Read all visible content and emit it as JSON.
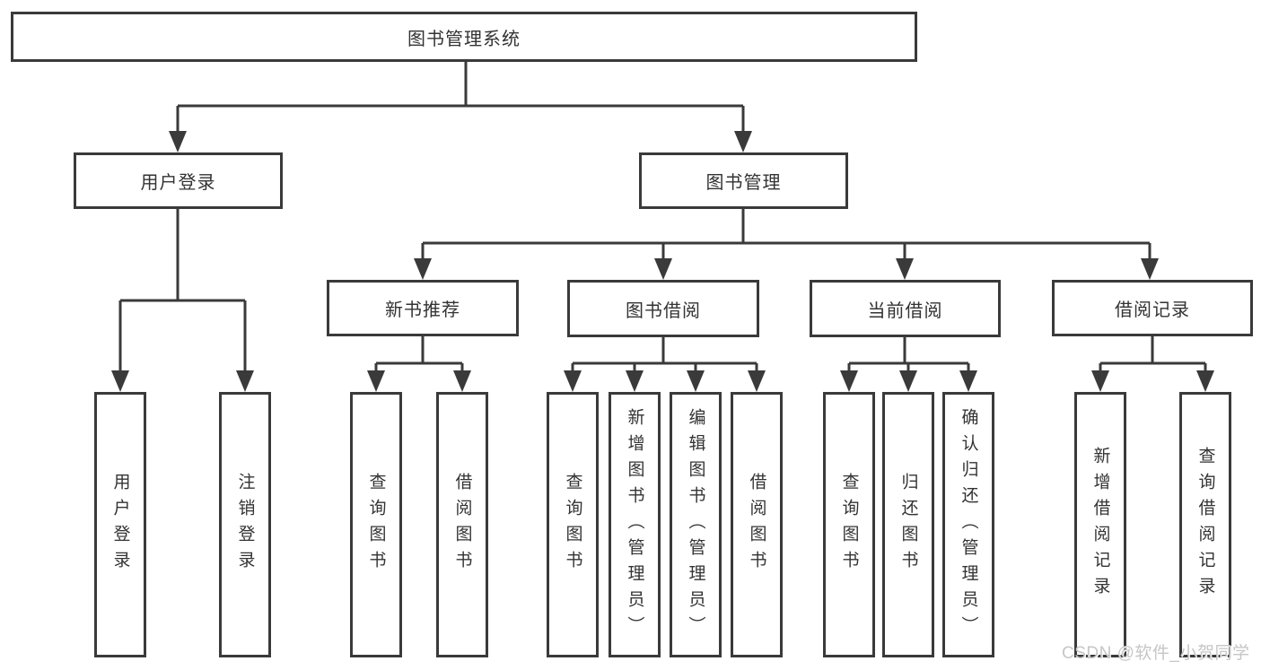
{
  "tree": {
    "root": {
      "label": "图书管理系统",
      "children": [
        {
          "label": "用户登录",
          "children": [
            {
              "label": "用户登录"
            },
            {
              "label": "注销登录"
            }
          ]
        },
        {
          "label": "图书管理",
          "children": [
            {
              "label": "新书推荐",
              "children": [
                {
                  "label": "查询图书"
                },
                {
                  "label": "借阅图书"
                }
              ]
            },
            {
              "label": "图书借阅",
              "children": [
                {
                  "label": "查询图书"
                },
                {
                  "label": "新增图书（管理员）"
                },
                {
                  "label": "编辑图书（管理员）"
                },
                {
                  "label": "借阅图书"
                }
              ]
            },
            {
              "label": "当前借阅",
              "children": [
                {
                  "label": "查询图书"
                },
                {
                  "label": "归还图书"
                },
                {
                  "label": "确认归还（管理员）"
                }
              ]
            },
            {
              "label": "借阅记录",
              "children": [
                {
                  "label": "新增借阅记录"
                },
                {
                  "label": "查询借阅记录"
                }
              ]
            }
          ]
        }
      ]
    }
  },
  "watermark": {
    "text": "CSDN @软件_小贺同学"
  },
  "colors": {
    "line": "#3a3a3a",
    "text": "#333333",
    "watermark": "#c6c6c6",
    "background": "#ffffff"
  }
}
